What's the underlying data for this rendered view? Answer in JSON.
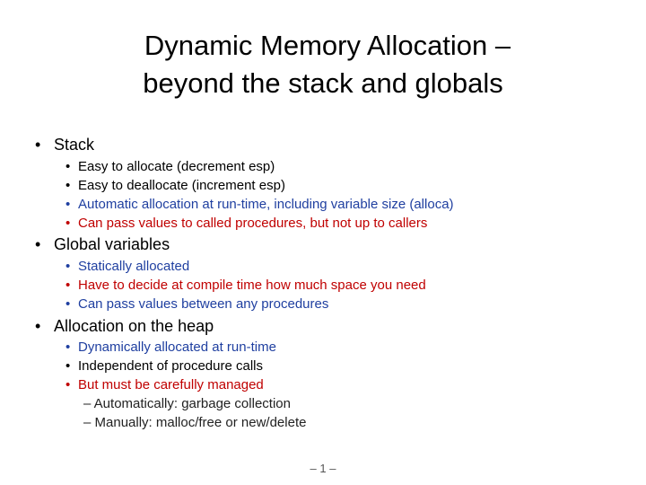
{
  "title": {
    "line1": "Dynamic Memory Allocation –",
    "line2": "beyond the stack and globals"
  },
  "bullet_glyph": "•",
  "sections": [
    {
      "heading": "Stack",
      "items": [
        {
          "text": "Easy to allocate (decrement esp)",
          "color": "#000000"
        },
        {
          "text": "Easy to deallocate (increment esp)",
          "color": "#000000"
        },
        {
          "text": "Automatic allocation at run-time, including variable size (alloca)",
          "color": "#1f3fa0"
        },
        {
          "text": "Can pass values to called procedures, but not up to callers",
          "color": "#c00000"
        }
      ]
    },
    {
      "heading": "Global variables",
      "items": [
        {
          "text": "Statically allocated",
          "color": "#1f3fa0"
        },
        {
          "text": "Have to decide at compile time how much space you need",
          "color": "#c00000"
        },
        {
          "text": "Can pass values between any procedures",
          "color": "#1f3fa0"
        }
      ]
    },
    {
      "heading": "Allocation on the heap",
      "items": [
        {
          "text": "Dynamically allocated at run-time",
          "color": "#1f3fa0"
        },
        {
          "text": "Independent of procedure calls",
          "color": "#000000"
        },
        {
          "text": "But must be carefully managed",
          "color": "#c00000"
        }
      ],
      "subitems": [
        "– Automatically: garbage collection",
        "– Manually: malloc/free  or new/delete"
      ]
    }
  ],
  "page_number": "– 1 –"
}
